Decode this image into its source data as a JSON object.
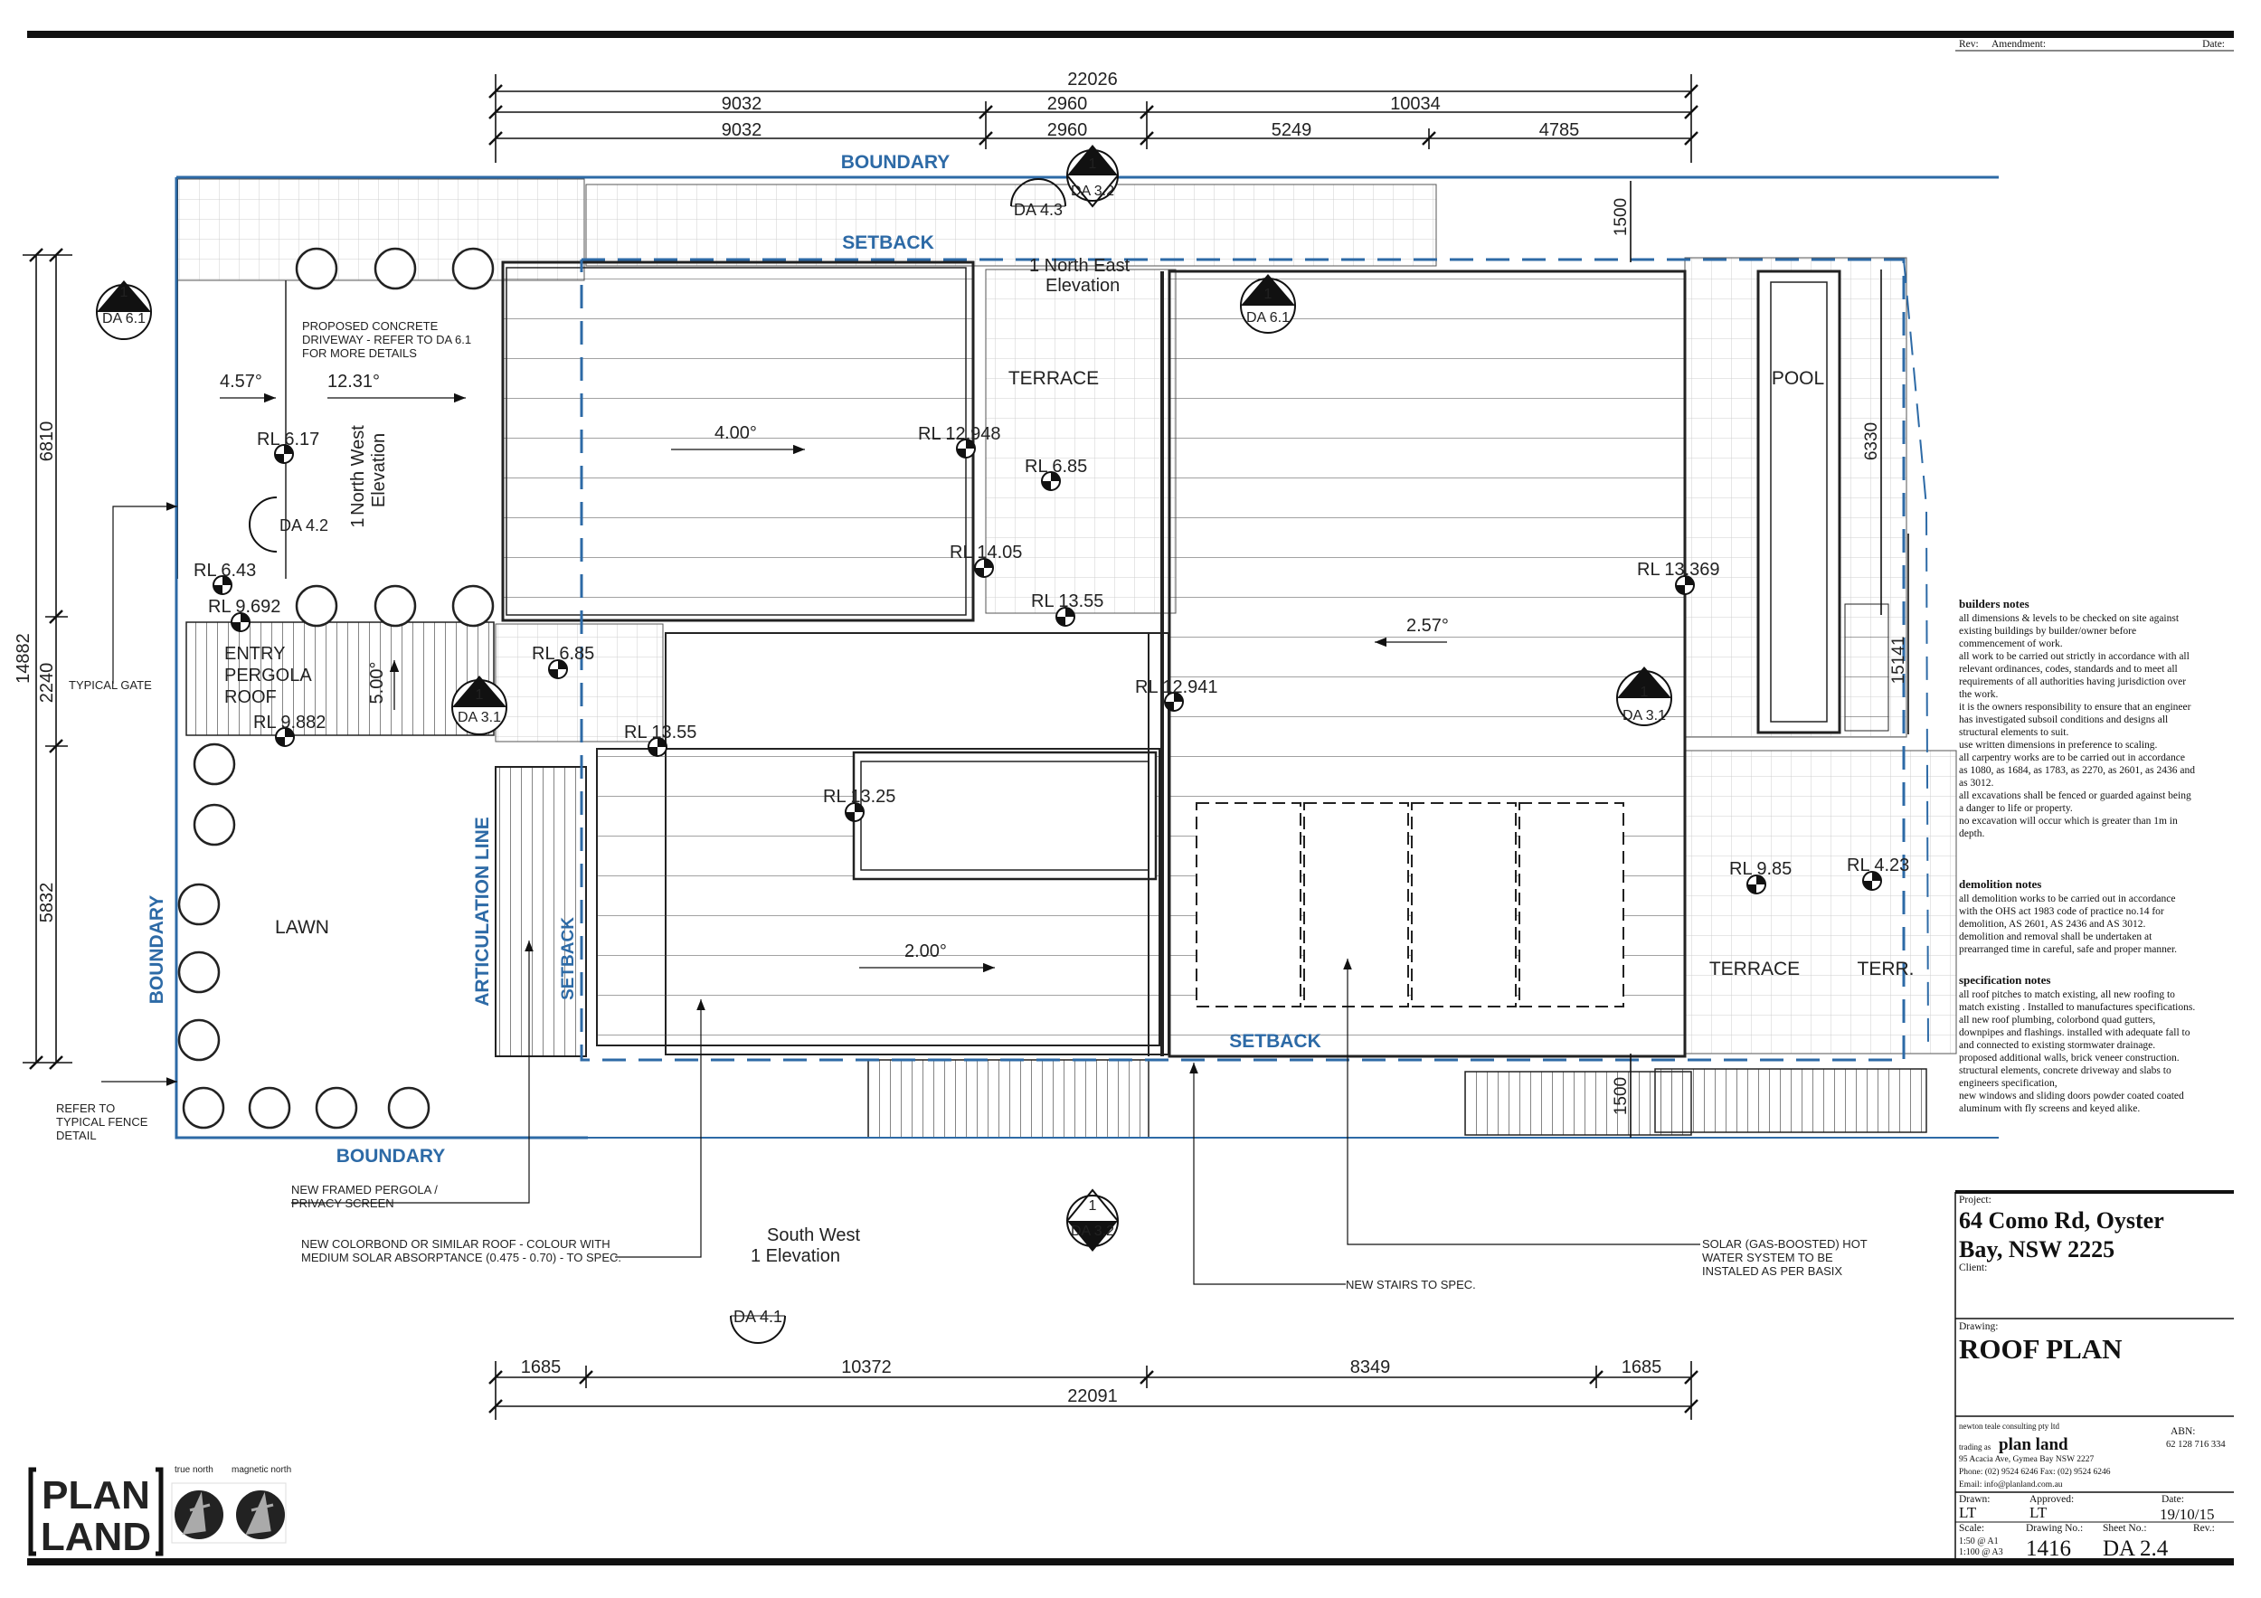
{
  "dims": {
    "top_total": "22026",
    "top_row1": [
      "9032",
      "2960",
      "10034"
    ],
    "top_row2": [
      "9032",
      "2960",
      "5249",
      "4785"
    ],
    "left_total": "14882",
    "left_parts": [
      "6810",
      "2240",
      "5832"
    ],
    "right_a": "1500",
    "right_b": "6330",
    "right_c": "15141",
    "right_d": "1500",
    "bottom_row1": [
      "1685",
      "10372",
      "8349",
      "1685"
    ],
    "bottom_total": "22091"
  },
  "labels": {
    "boundary": "BOUNDARY",
    "setback": "SETBACK",
    "articulation_line": "ARTICULATION LINE",
    "terrace": "TERRACE",
    "pool": "POOL",
    "terr_short": "TERR.",
    "lawn": "LAWN",
    "entry1": "ENTRY",
    "entry2": "PERGOLA",
    "entry3": "ROOF",
    "driveway1": "PROPOSED CONCRETE",
    "driveway2": "DRIVEWAY - REFER TO DA 6.1",
    "driveway3": "FOR MORE DETAILS",
    "typical_gate": "TYPICAL GATE",
    "fence1": "REFER TO",
    "fence2": "TYPICAL FENCE",
    "fence3": "DETAIL",
    "pergola_note1": "NEW FRAMED PERGOLA /",
    "pergola_note2": "PRIVACY SCREEN",
    "roof_note1": "NEW COLORBOND OR SIMILAR ROOF - COLOUR WITH",
    "roof_note2": "MEDIUM SOLAR ABSORPTANCE (0.475 - 0.70) - TO SPEC.",
    "stairs_note": "NEW STAIRS TO SPEC.",
    "solar1": "SOLAR (GAS-BOOSTED) HOT",
    "solar2": "WATER SYSTEM TO BE",
    "solar3": "INSTALED AS PER BASIX",
    "ne_elev1": "1  North East",
    "ne_elev2": "Elevation",
    "nw_elev1": "North West",
    "nw_elev2": "Elevation",
    "nw_elev_num": "1",
    "sw_elev1": "South West",
    "sw_elev2": "1 Elevation"
  },
  "pitches": [
    "4.57°",
    "12.31°",
    "4.00°",
    "2.57°",
    "5.00°",
    "2.00°"
  ],
  "levels": [
    "RL 6.17",
    "RL 12.948",
    "RL 6.85",
    "RL 14.05",
    "RL 13.55",
    "RL 6.43",
    "RL 9.692",
    "RL 6.85",
    "RL 9.882",
    "RL 13.55",
    "RL 13.25",
    "RL 12.941",
    "RL 13.369",
    "RL 9.85",
    "RL 4.23"
  ],
  "refs": [
    "DA 4.3",
    "DA 4.2",
    "DA 4.1"
  ],
  "markers": [
    "1",
    "DA 3.2",
    "DA 6.1",
    "DA 3.1"
  ],
  "notes": {
    "builders_title": "builders notes",
    "builders": [
      "all dimensions & levels to be checked on site against",
      "existing buildings by builder/owner before",
      "commencement of work.",
      "all work to be carried out strictly in accordance with all",
      "relevant ordinances, codes, standards and to meet all",
      "requirements of all authorities having jurisdiction over",
      "the work.",
      "it is the owners responsibility to ensure that an engineer",
      "has investigated subsoil conditions and designs all",
      "structural elements to suit.",
      "use written dimensions in preference to scaling.",
      "all carpentry works are to be carried out in accordance",
      "as 1080, as 1684, as 1783, as 2270, as 2601, as 2436 and",
      "as 3012.",
      "all excavations shall be fenced or guarded against being",
      "a danger to life or property.",
      "no excavation will occur which is greater than 1m in",
      "depth."
    ],
    "demolition_title": "demolition notes",
    "demolition": [
      "all demolition works to be carried out in accordance",
      "with the OHS act 1983 code of practice no.14 for",
      "demolition, AS 2601, AS 2436 and AS 3012.",
      "demolition and removal shall be undertaken at",
      "prearranged time in careful, safe and proper manner."
    ],
    "spec_title": "specification notes",
    "spec": [
      "all roof pitches to match existing, all new roofing to",
      "match existing . Installed to manufactures specifications.",
      "all new roof plumbing, colorbond quad gutters,",
      "downpipes and flashings. installed with adequate fall to",
      "and connected to existing stormwater drainage.",
      "proposed additional walls, brick veneer construction.",
      "structural elements, concrete driveway and slabs to",
      "engineers specification,",
      "new windows and sliding doors powder coated coated",
      "aluminum with fly screens and keyed alike."
    ]
  },
  "title_block": {
    "rev": "Rev:",
    "amendment": "Amendment:",
    "date_label": "Date:",
    "project_label": "Project:",
    "project1": "64 Como Rd, Oyster",
    "project2": "Bay, NSW 2225",
    "client_label": "Client:",
    "drawing_label": "Drawing:",
    "drawing": "ROOF PLAN",
    "company_small": "newton teale consulting pty ltd",
    "trading": "trading as",
    "company": "plan land",
    "abn_label": "ABN:",
    "abn": "62 128 716 334",
    "address": "95 Acacia Ave, Gymea Bay NSW 2227",
    "phone": "Phone:   (02) 9524 6246   Fax:   (02) 9524 6246",
    "email": "Email:   info@planland.com.au",
    "drawn_label": "Drawn:",
    "drawn": "LT",
    "approved_label": "Approved:",
    "approved": "LT",
    "date2_label": "Date:",
    "date": "19/10/15",
    "scale_label": "Scale:",
    "scale1": "1:50 @ A1",
    "scale2": "1:100 @ A3",
    "drawing_no_label": "Drawing No.:",
    "drawing_no": "1416",
    "sheet_label": "Sheet No.:",
    "sheet": "DA 2.4",
    "rev2_label": "Rev.:"
  },
  "logo": {
    "line1": "PLAN",
    "line2": "LAND",
    "true_north": "true north",
    "magnetic_north": "magnetic north"
  }
}
